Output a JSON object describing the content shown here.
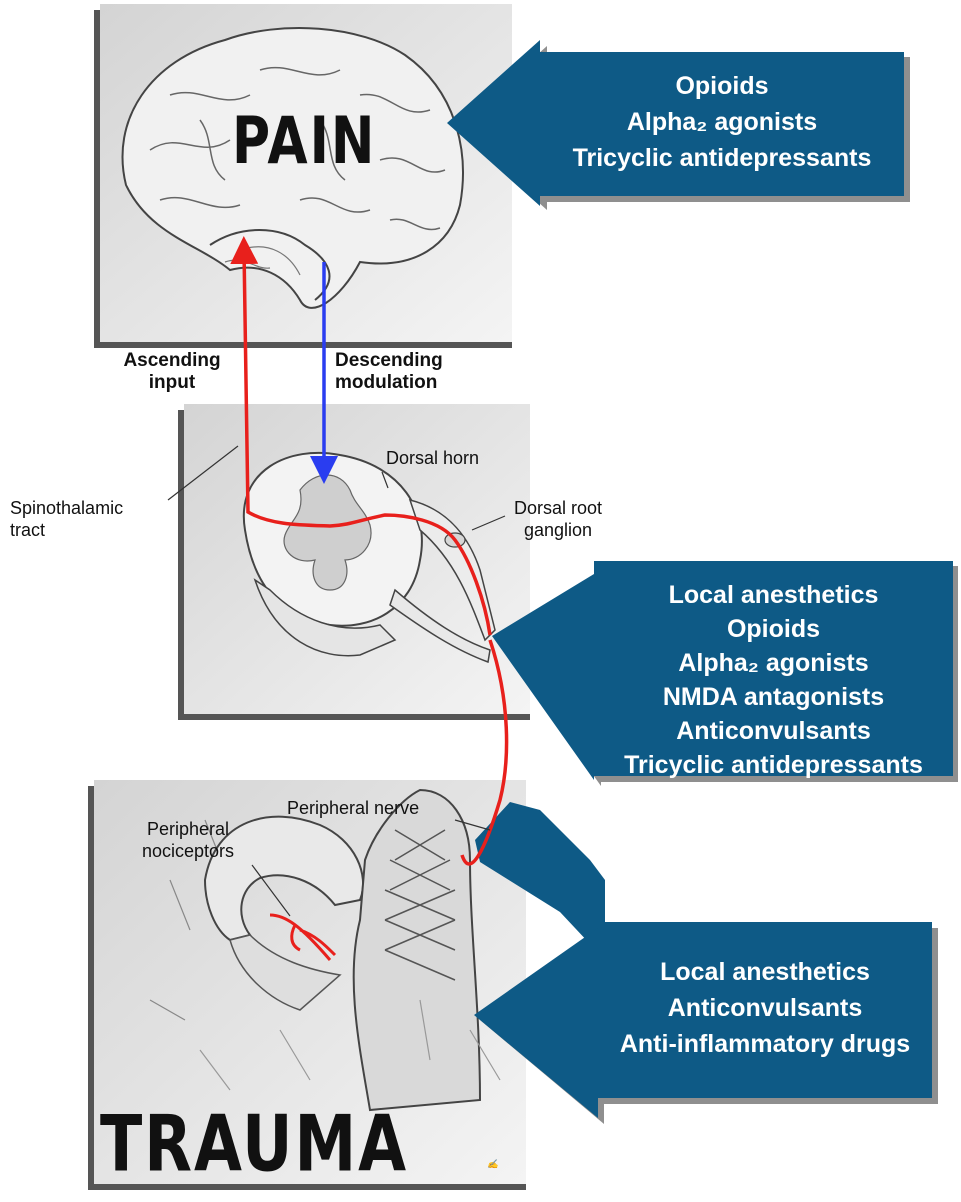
{
  "brain": {
    "word": "PAIN"
  },
  "pathways": {
    "ascending_label": "Ascending\ninput",
    "descending_label": "Descending\nmodulation",
    "ascending_color": "#e8201c",
    "descending_color": "#2a3df0"
  },
  "spinal": {
    "dorsal_horn": "Dorsal horn",
    "dorsal_root_ganglion": "Dorsal root\nganglion",
    "spinothalamic_tract": "Spinothalamic\ntract"
  },
  "peripheral": {
    "nerve": "Peripheral nerve",
    "nociceptors": "Peripheral\nnociceptors"
  },
  "trauma": {
    "word": "TRAUMA"
  },
  "drug_boxes": {
    "color": "#0e5a86",
    "brain": [
      "Opioids",
      "Alpha₂ agonists",
      "Tricyclic antidepressants"
    ],
    "spinal": [
      "Local anesthetics",
      "Opioids",
      "Alpha₂ agonists",
      "NMDA antagonists",
      "Anticonvulsants",
      "Tricyclic antidepressants"
    ],
    "peripheral": [
      "Local anesthetics",
      "Anticonvulsants",
      "Anti-inflammatory drugs"
    ]
  }
}
